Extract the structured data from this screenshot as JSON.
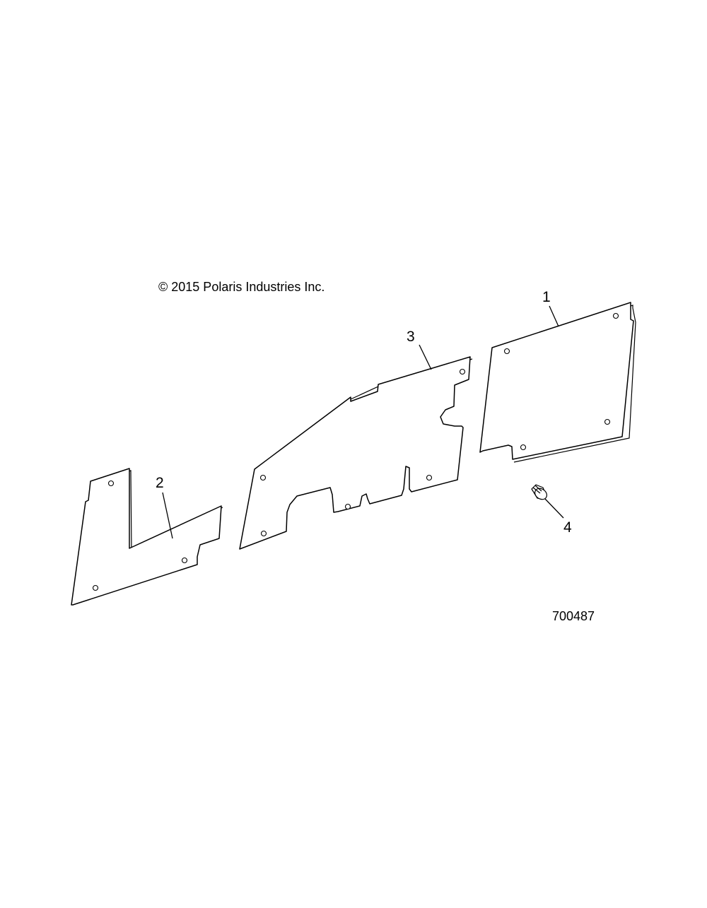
{
  "copyright": "© 2015 Polaris Industries Inc.",
  "figure_number": "700487",
  "callouts": [
    {
      "id": "callout-1",
      "label": "1"
    },
    {
      "id": "callout-2",
      "label": "2"
    },
    {
      "id": "callout-3",
      "label": "3"
    },
    {
      "id": "callout-4",
      "label": "4"
    }
  ]
}
